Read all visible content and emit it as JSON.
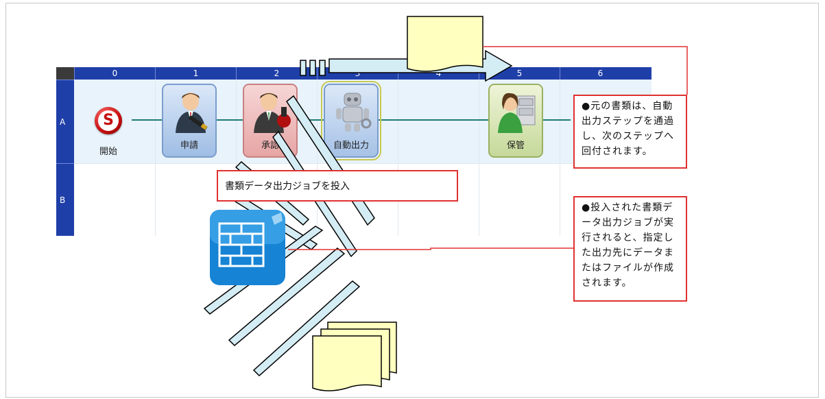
{
  "grid": {
    "columns": [
      "0",
      "1",
      "2",
      "3",
      "4",
      "5",
      "6"
    ],
    "rows": [
      "A",
      "B"
    ]
  },
  "nodes": {
    "start": "開始",
    "apply": "申請",
    "approve": "承認",
    "auto_output": "自動出力",
    "store": "保管"
  },
  "start_icon_letter": "S",
  "callouts": {
    "submit_job": "書類データ出力ジョブを投入",
    "original_doc": "●元の書類は、自動出力ステップを通過し、次のステップへ回付されます。",
    "job_executed": "●投入された書類データ出力ジョブが実行されると、指定した出力先にデータまたはファイルが作成されます。"
  },
  "colors": {
    "header_blue": "#1f3fa8",
    "callout_red": "#e03030",
    "document_yellow": "#ffffc0",
    "arrow_fill": "#d4ecf4",
    "flow_line": "#1d7a7a"
  }
}
